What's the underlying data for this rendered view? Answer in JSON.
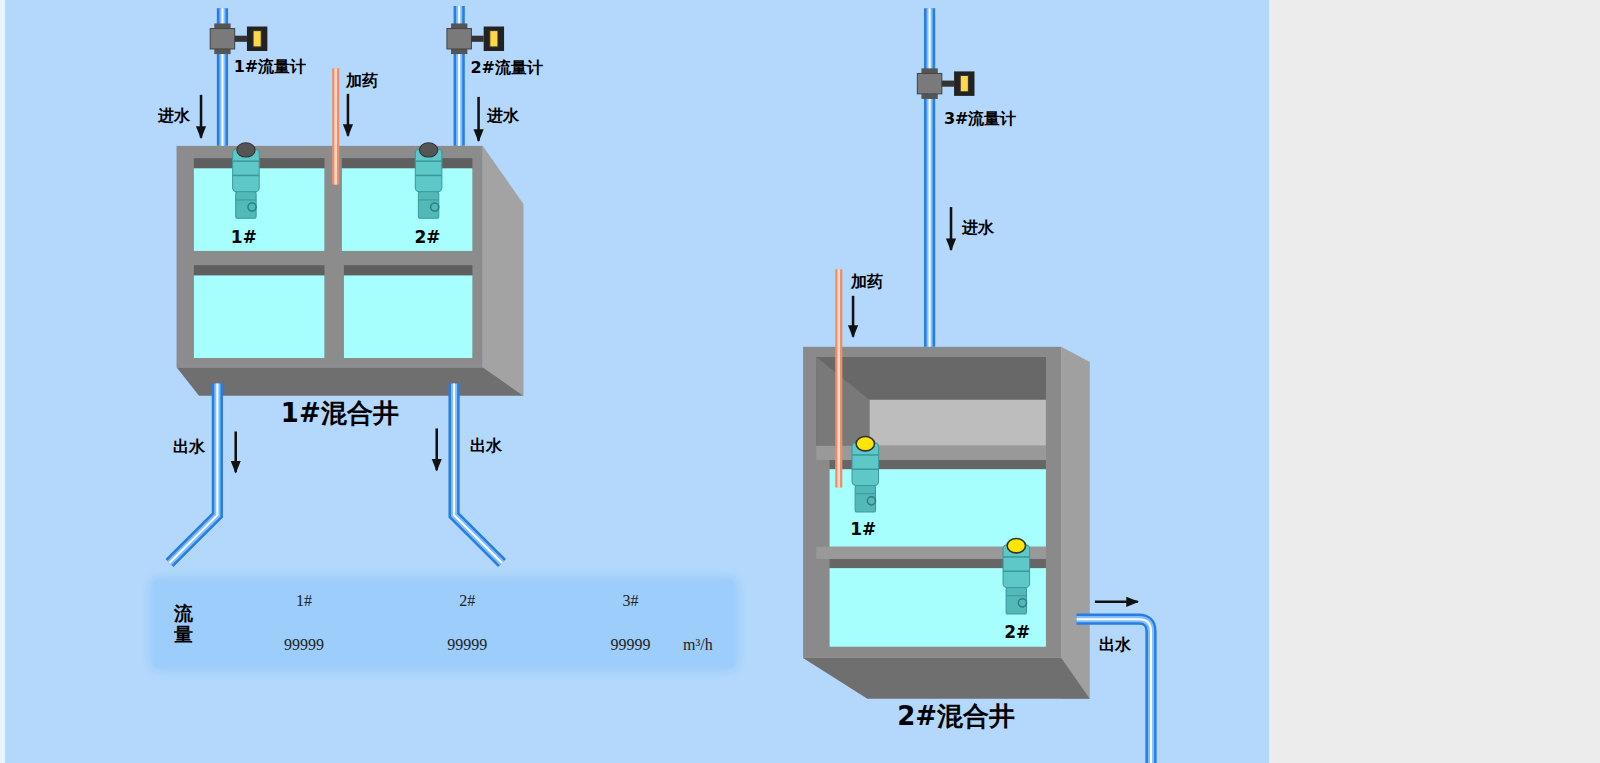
{
  "diagram": {
    "nodes": [
      {
        "text": [
          "1#混合井"
        ]
      },
      {
        "text": [
          "1#"
        ],
        "in": 0
      },
      {
        "text": [
          "2#"
        ],
        "in": 0
      },
      {
        "text": [
          "流量",
          "1#",
          "2#",
          "3#",
          "99999",
          "99999",
          "99999",
          "m³/h"
        ]
      },
      {
        "text": [
          "2#混合井"
        ]
      },
      {
        "text": [
          "1#"
        ],
        "in": 4
      },
      {
        "text": [
          "2#"
        ],
        "in": 4
      }
    ],
    "labels": [
      "1#流量计",
      "进水",
      "加药",
      "2#流量计",
      "进水",
      "出水",
      "出水",
      "3#流量计",
      "进水",
      "加药",
      "出水"
    ]
  }
}
